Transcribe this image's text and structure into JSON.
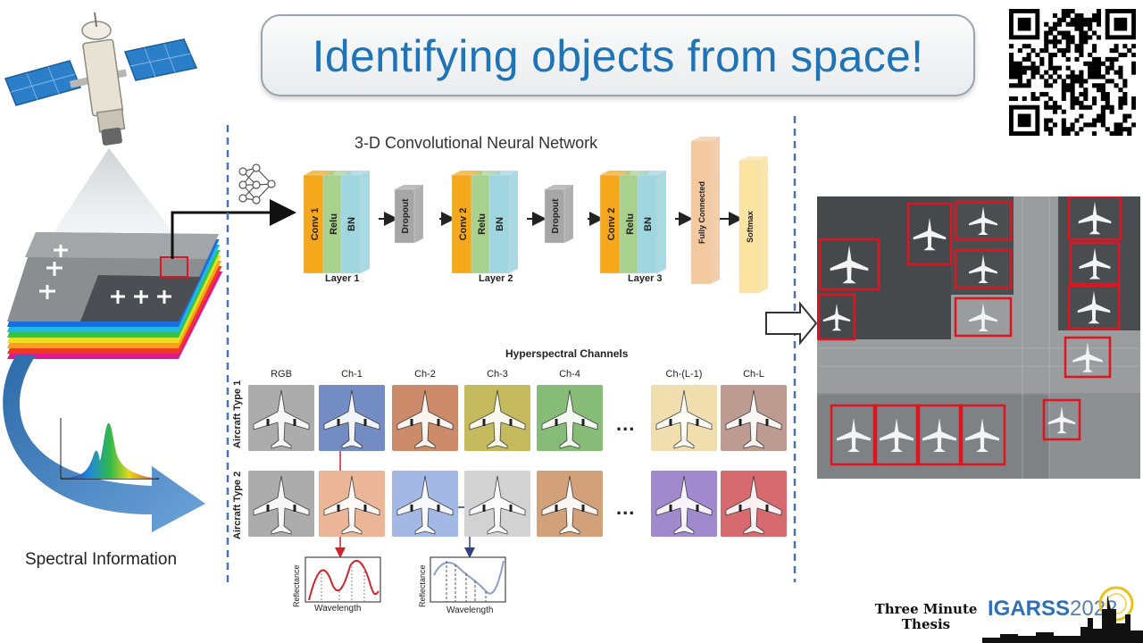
{
  "header": {
    "title": "Identifying objects from space!"
  },
  "cnn": {
    "title": "3-D Convolutional Neural Network",
    "blocks": [
      "Conv 1",
      "Relu",
      "BN",
      "Dropout",
      "Conv 2",
      "Relu",
      "BN",
      "Dropout",
      "Conv 2",
      "Relu",
      "BN",
      "Fully Connected",
      "Softmax"
    ],
    "layers": [
      "Layer 1",
      "Layer 2",
      "Layer 3"
    ]
  },
  "hyperspectral": {
    "title": "Hyperspectral Channels",
    "channels": [
      "RGB",
      "Ch-1",
      "Ch-2",
      "Ch-3",
      "Ch-4",
      "Ch-(L-1)",
      "Ch-L"
    ],
    "rows": [
      "Aircraft Type 1",
      "Aircraft Type 2"
    ],
    "ellipsis": "...",
    "plot_ylabel": "Reflectance",
    "plot_xlabel": "Wavelength"
  },
  "left": {
    "spectral_label": "Spectral Information"
  },
  "footer": {
    "three_minute": "Three Minute",
    "thesis": "Thesis",
    "igarss": "IGARSS",
    "year": "2022"
  },
  "colors": {
    "title_blue": "#1f73b7",
    "conv_orange": "#f5a81c",
    "relu_green": "#a9d18e",
    "bn_teal": "#9fd6e0",
    "dropout_gray": "#a6a6a6",
    "fc_peach": "#f4c9a0",
    "softmax_yellow": "#fbe3a1",
    "detect_red": "#e0141e",
    "arrow_blue": "#4f86c6"
  },
  "channel_tints": {
    "row1": [
      "#9a9a9a",
      "#5575b8",
      "#c0714a",
      "#b8aa3a",
      "#6cae5b",
      "#eed79e",
      "#b08679"
    ],
    "row2": [
      "#9a9a9a",
      "#e7a582",
      "#8fa9de",
      "#c9c9c9",
      "#c98d5d",
      "#8d6fc3",
      "#cf4a4f"
    ]
  }
}
